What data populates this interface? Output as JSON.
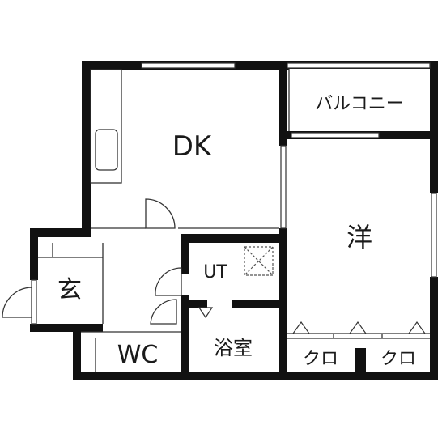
{
  "rooms": {
    "dk": "DK",
    "western": "洋",
    "balcony": "バルコニー",
    "entrance": "玄",
    "utility": "UT",
    "bath": "浴室",
    "wc": "WC",
    "closet_left": "クロ",
    "closet_right": "クロ"
  },
  "colors": {
    "wall": "#111111",
    "line": "#333333",
    "background": "#ffffff"
  }
}
